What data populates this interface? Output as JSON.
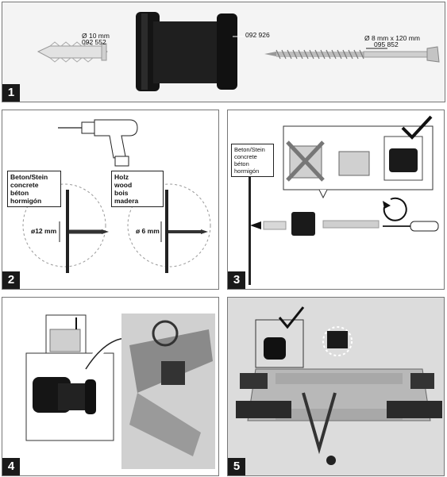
{
  "panels": [
    {
      "number": "1"
    },
    {
      "number": "2"
    },
    {
      "number": "3"
    },
    {
      "number": "4"
    },
    {
      "number": "5"
    }
  ],
  "step1": {
    "dowel_label": "Ø 10 mm",
    "dowel_code": "092 552",
    "adapter_code": "092 926",
    "screw_label": "Ø 8 mm x 120 mm",
    "screw_code": "095 852"
  },
  "step2": {
    "concrete_box": [
      "Beton/Stein",
      "concrete",
      "béton",
      "hormigón"
    ],
    "wood_box": [
      "Holz",
      "wood",
      "bois",
      "madera"
    ],
    "concrete_diameter": "ø12 mm",
    "wood_diameter": "ø 6 mm"
  },
  "step3": {
    "material_box": [
      "Beton/Stein",
      "concrete",
      "béton",
      "hormigón"
    ]
  },
  "colors": {
    "dark": "#1a1a1a",
    "grey": "#b5b5b5",
    "photo_bg": "#d9d9d9"
  }
}
